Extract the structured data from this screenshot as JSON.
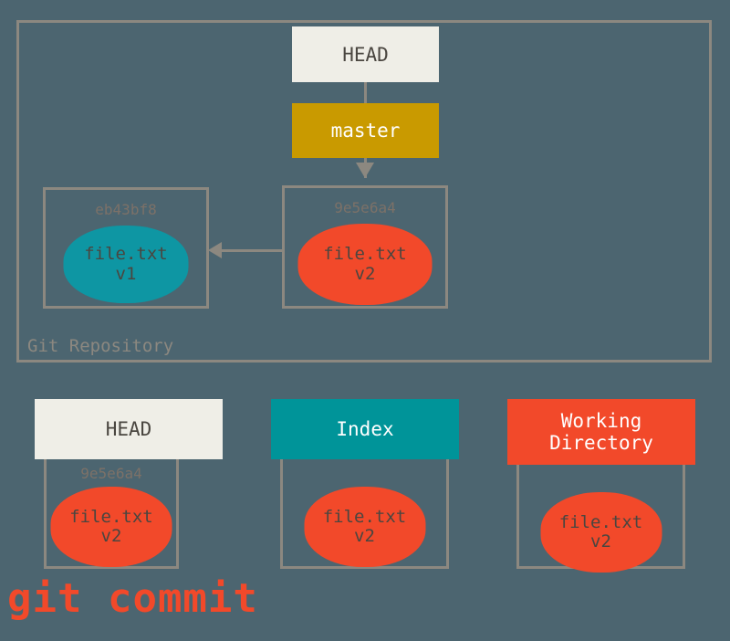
{
  "diagram": {
    "caption": "git commit",
    "background_color": "#4c6570",
    "line_color": "#8c8880"
  },
  "repository": {
    "label": "Git Repository",
    "head": {
      "label": "HEAD",
      "color": "#efeee7"
    },
    "branch": {
      "label": "master",
      "color": "#c99a00"
    },
    "commits": [
      {
        "hash": "eb43bf8",
        "file_name": "file.txt",
        "file_version": "v1",
        "blob_color": "#0e96a3"
      },
      {
        "hash": "9e5e6a4",
        "file_name": "file.txt",
        "file_version": "v2",
        "blob_color": "#f2492a"
      }
    ]
  },
  "panels": [
    {
      "title": "HEAD",
      "title_line2": "",
      "header_color": "#efeee7",
      "hash": "9e5e6a4",
      "file_name": "file.txt",
      "file_version": "v2",
      "blob_color": "#f2492a"
    },
    {
      "title": "Index",
      "title_line2": "",
      "header_color": "#009499",
      "hash": "",
      "file_name": "file.txt",
      "file_version": "v2",
      "blob_color": "#f2492a"
    },
    {
      "title": "Working",
      "title_line2": "Directory",
      "header_color": "#f2492a",
      "hash": "",
      "file_name": "file.txt",
      "file_version": "v2",
      "blob_color": "#f2492a"
    }
  ]
}
